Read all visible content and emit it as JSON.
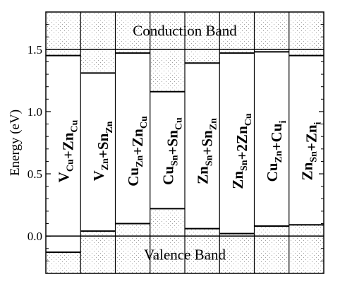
{
  "chart_data": {
    "type": "band-diagram",
    "ylabel": "Energy (eV)",
    "ylim": [
      -0.3,
      1.8
    ],
    "yticks": [
      0.0,
      0.5,
      1.0,
      1.5
    ],
    "ytick_labels": [
      "0.0",
      "0.5",
      "1.0",
      "1.5"
    ],
    "conduction_band": {
      "label": "Conduction Band",
      "edge": 1.5
    },
    "valence_band": {
      "label": "Valence Band",
      "edge": 0.0
    },
    "defects": [
      {
        "name": "V_Cu+Zn_Cu",
        "top": 1.45,
        "bottom": -0.13,
        "parts": [
          [
            "V",
            "Cu"
          ],
          [
            "+Zn",
            "Cu"
          ]
        ]
      },
      {
        "name": "V_Zn+Sn_Zn",
        "top": 1.31,
        "bottom": 0.04,
        "parts": [
          [
            "V",
            "Zn"
          ],
          [
            "+Sn",
            "Zn"
          ]
        ]
      },
      {
        "name": "Cu_Zn+Zn_Cu",
        "top": 1.47,
        "bottom": 0.1,
        "parts": [
          [
            "Cu",
            "Zn"
          ],
          [
            "+Zn",
            "Cu"
          ]
        ]
      },
      {
        "name": "Cu_Sn+Sn_Cu",
        "top": 1.16,
        "bottom": 0.22,
        "parts": [
          [
            "Cu",
            "Sn"
          ],
          [
            "+Sn",
            "Cu"
          ]
        ]
      },
      {
        "name": "Zn_Sn+Sn_Zn",
        "top": 1.39,
        "bottom": 0.06,
        "parts": [
          [
            "Zn",
            "Sn"
          ],
          [
            "+Sn",
            "Zn"
          ]
        ]
      },
      {
        "name": "Zn_Sn+2Zn_Cu",
        "top": 1.47,
        "bottom": 0.02,
        "parts": [
          [
            "Zn",
            "Sn"
          ],
          [
            "+2Zn",
            "Cu"
          ]
        ]
      },
      {
        "name": "Cu_Zn+Cu_i",
        "top": 1.48,
        "bottom": 0.08,
        "parts": [
          [
            "Cu",
            "Zn"
          ],
          [
            "+Cu",
            "i"
          ]
        ]
      },
      {
        "name": "Zn_Sn+Zn_i",
        "top": 1.45,
        "bottom": 0.09,
        "parts": [
          [
            "Zn",
            "Sn"
          ],
          [
            "+Zn",
            "i"
          ]
        ]
      }
    ]
  }
}
